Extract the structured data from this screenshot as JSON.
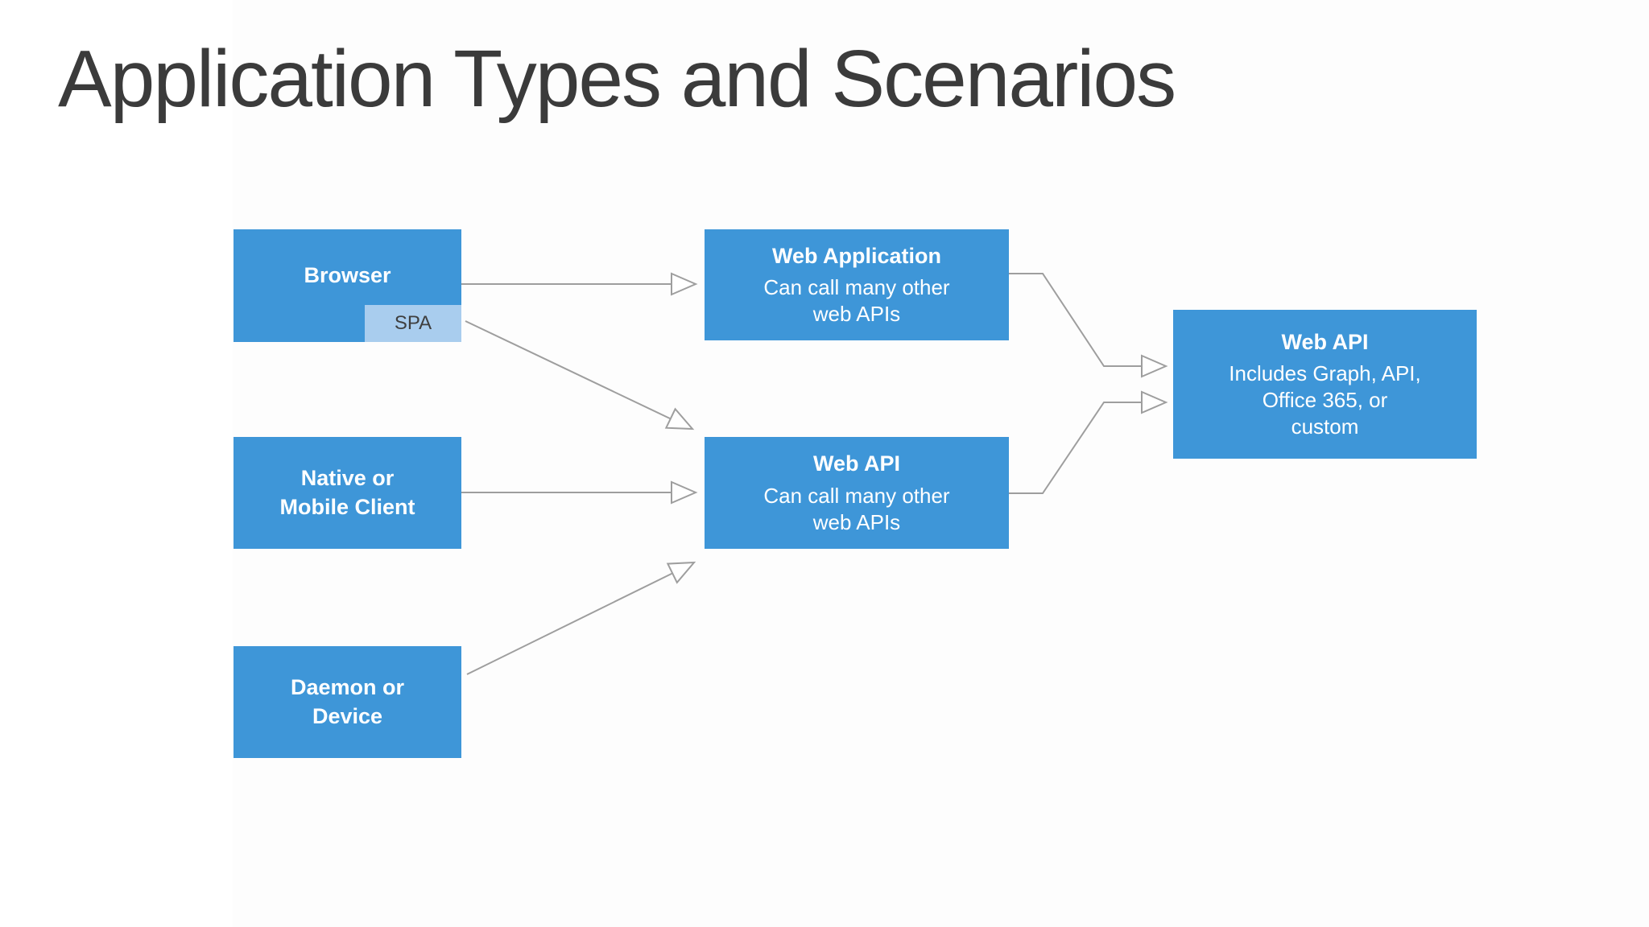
{
  "slide": {
    "title": "Application Types and Scenarios"
  },
  "colors": {
    "box_blue": "#3E96D8",
    "spa_blue": "#A9CDEE",
    "arrow_gray": "#9E9E9E",
    "title_gray": "#3B3B3B",
    "box_text": "#FFFFFF",
    "spa_text": "#3F3F3F"
  },
  "nodes": {
    "browser": {
      "title": "Browser",
      "badge": "SPA"
    },
    "native": {
      "title_lines": [
        "Native or",
        "Mobile Client"
      ]
    },
    "daemon": {
      "title_lines": [
        "Daemon or",
        "Device"
      ]
    },
    "web_application": {
      "title": "Web Application",
      "subtitle_lines": [
        "Can call many other",
        "web APIs"
      ]
    },
    "web_api_middle": {
      "title": "Web API",
      "subtitle_lines": [
        "Can call many other",
        "web APIs"
      ]
    },
    "web_api_right": {
      "title": "Web API",
      "subtitle_lines": [
        "Includes Graph, API,",
        "Office 365, or",
        "custom"
      ]
    }
  },
  "connections": [
    {
      "from": "browser",
      "to": "web_application"
    },
    {
      "from": "browser_spa",
      "to": "web_api_middle"
    },
    {
      "from": "native",
      "to": "web_api_middle"
    },
    {
      "from": "daemon",
      "to": "web_api_middle"
    },
    {
      "from": "web_application",
      "to": "web_api_right"
    },
    {
      "from": "web_api_middle",
      "to": "web_api_right"
    }
  ]
}
